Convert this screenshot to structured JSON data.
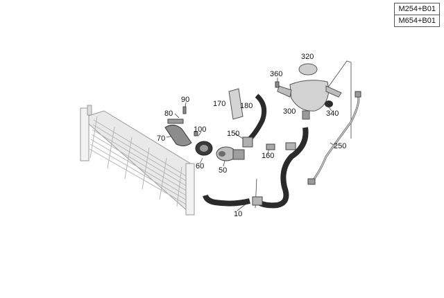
{
  "variant_codes": [
    "M254+B01",
    "M654+B01"
  ],
  "callouts": [
    "320",
    "360",
    "90",
    "170",
    "180",
    "300",
    "340",
    "80",
    "100",
    "150",
    "70",
    "250",
    "160",
    "60",
    "50",
    "10"
  ],
  "colors": {
    "part_dark": "#2a2a2a",
    "part_mid": "#6d6d6d",
    "part_light": "#c9c9c9",
    "radiator": "#e4e4e4",
    "leader": "#444444"
  }
}
